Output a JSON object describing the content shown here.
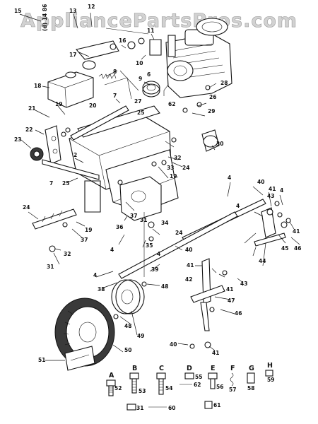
{
  "watermark": {
    "text": "AppliancePartsPros.com"
  },
  "stamp": {
    "text": "(d) 14 86"
  },
  "callouts": [
    {
      "id": "c15",
      "text": "15"
    },
    {
      "id": "c13",
      "text": "13"
    },
    {
      "id": "c12",
      "text": "12"
    },
    {
      "id": "c17",
      "text": "17"
    },
    {
      "id": "c16",
      "text": "16"
    },
    {
      "id": "c10",
      "text": "10"
    },
    {
      "id": "c11",
      "text": "11"
    },
    {
      "id": "c8",
      "text": "8"
    },
    {
      "id": "c9",
      "text": "9"
    },
    {
      "id": "c18",
      "text": "18"
    },
    {
      "id": "c7",
      "text": "7"
    },
    {
      "id": "c6",
      "text": "6"
    },
    {
      "id": "c28",
      "text": "28"
    },
    {
      "id": "c26",
      "text": "26"
    },
    {
      "id": "c27",
      "text": "27"
    },
    {
      "id": "c25",
      "text": "25"
    },
    {
      "id": "c62",
      "text": "62"
    },
    {
      "id": "c29",
      "text": "29"
    },
    {
      "id": "c19a",
      "text": "19"
    },
    {
      "id": "c20",
      "text": "20"
    },
    {
      "id": "c21",
      "text": "21"
    },
    {
      "id": "c22",
      "text": "22"
    },
    {
      "id": "c23",
      "text": "23"
    },
    {
      "id": "c30",
      "text": "30"
    },
    {
      "id": "c32",
      "text": "32"
    },
    {
      "id": "c24a",
      "text": "24"
    },
    {
      "id": "c19b",
      "text": "19"
    },
    {
      "id": "c33",
      "text": "33"
    },
    {
      "id": "c2",
      "text": "2"
    },
    {
      "id": "c7b",
      "text": "7"
    },
    {
      "id": "c25b",
      "text": "25"
    },
    {
      "id": "c24b",
      "text": "24"
    },
    {
      "id": "c19c",
      "text": "19"
    },
    {
      "id": "c37a",
      "text": "37"
    },
    {
      "id": "c37b",
      "text": "37"
    },
    {
      "id": "c36",
      "text": "36"
    },
    {
      "id": "c34",
      "text": "34"
    },
    {
      "id": "c24c",
      "text": "24"
    },
    {
      "id": "c31a",
      "text": "31"
    },
    {
      "id": "c32b",
      "text": "32"
    },
    {
      "id": "c31b",
      "text": "31"
    },
    {
      "id": "c4a",
      "text": "4"
    },
    {
      "id": "c35",
      "text": "35"
    },
    {
      "id": "c4b",
      "text": "4"
    },
    {
      "id": "c40a",
      "text": "40"
    },
    {
      "id": "c39",
      "text": "39"
    },
    {
      "id": "c41a",
      "text": "41"
    },
    {
      "id": "c42",
      "text": "42"
    },
    {
      "id": "c4c",
      "text": "4"
    },
    {
      "id": "c38",
      "text": "38"
    },
    {
      "id": "c48a",
      "text": "48"
    },
    {
      "id": "c48b",
      "text": "48"
    },
    {
      "id": "c49",
      "text": "49"
    },
    {
      "id": "c41b",
      "text": "41"
    },
    {
      "id": "c43a",
      "text": "43"
    },
    {
      "id": "c47",
      "text": "47"
    },
    {
      "id": "c46a",
      "text": "46"
    },
    {
      "id": "c40b",
      "text": "40"
    },
    {
      "id": "c41c",
      "text": "41"
    },
    {
      "id": "c40c",
      "text": "40"
    },
    {
      "id": "c41d",
      "text": "41"
    },
    {
      "id": "c43b",
      "text": "43"
    },
    {
      "id": "c4d",
      "text": "4"
    },
    {
      "id": "c4e",
      "text": "4"
    },
    {
      "id": "c41e",
      "text": "41"
    },
    {
      "id": "c45",
      "text": "45"
    },
    {
      "id": "c46b",
      "text": "46"
    },
    {
      "id": "c44",
      "text": "44"
    },
    {
      "id": "c50",
      "text": "50"
    },
    {
      "id": "c51",
      "text": "51"
    },
    {
      "id": "c4f",
      "text": "4"
    }
  ],
  "hardware": [
    {
      "letter": "A",
      "number": "52"
    },
    {
      "letter": "B",
      "number": "53"
    },
    {
      "letter": "C",
      "number": "54"
    },
    {
      "letter": "D",
      "number": "55"
    },
    {
      "letter": "E",
      "number": "56"
    },
    {
      "letter": "F",
      "number": "57"
    },
    {
      "letter": "G",
      "number": "58"
    },
    {
      "letter": "H",
      "number": "59"
    }
  ],
  "hardware_extra": [
    {
      "id": "h62",
      "text": "62"
    },
    {
      "id": "h31",
      "text": "31"
    },
    {
      "id": "h60",
      "text": "60"
    },
    {
      "id": "h61",
      "text": "61"
    }
  ]
}
